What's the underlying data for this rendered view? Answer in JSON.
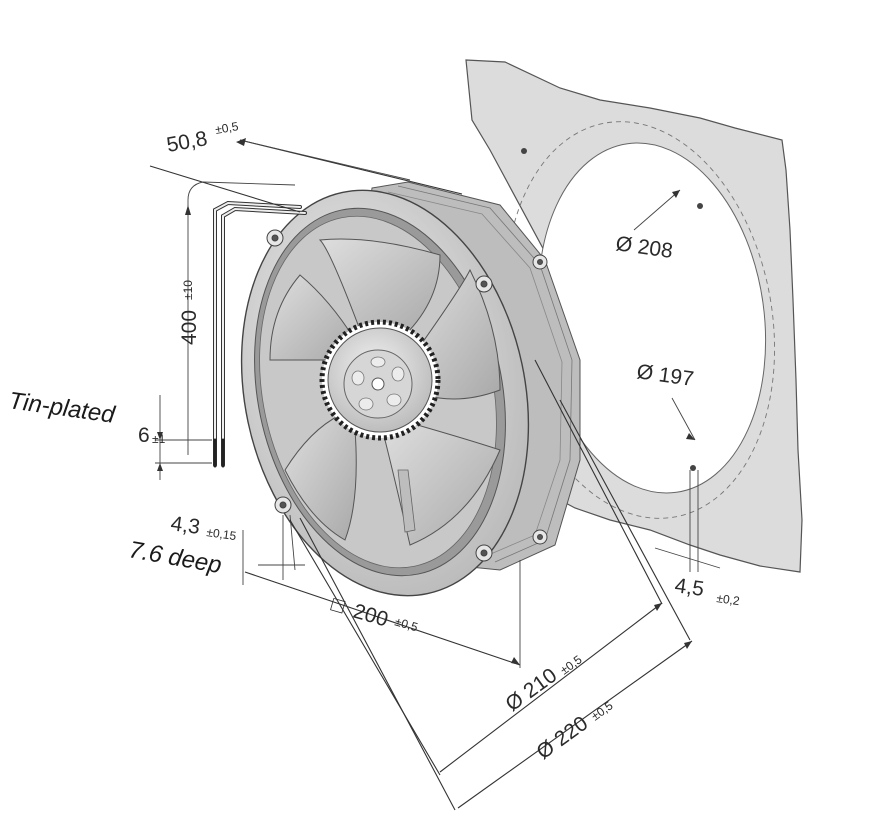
{
  "diagram": {
    "notes": {
      "tin_plated": "Tin-plated",
      "deep": "7.6 deep"
    },
    "dimensions": {
      "depth": {
        "value": "50,8",
        "tolerance": "±0,5"
      },
      "lead_length": {
        "value": "400",
        "tolerance": "±10"
      },
      "strip_length": {
        "value": "6",
        "tolerance": "±1"
      },
      "hole_diameter": {
        "value": "4,3",
        "tolerance": "±0,15"
      },
      "square": {
        "symbol": "□",
        "value": "200",
        "tolerance": "±0,5"
      },
      "diam_210": {
        "value": "Ø 210",
        "tolerance": "±0,5"
      },
      "diam_220": {
        "value": "Ø 220",
        "tolerance": "±0,5"
      },
      "diam_208": {
        "value": "Ø 208"
      },
      "diam_197": {
        "value": "Ø 197"
      },
      "panel_hole": {
        "value": "4,5",
        "tolerance": "±0,2"
      }
    },
    "colors": {
      "panel": "#dcdcdc",
      "fan_light": "#e9e9e9",
      "fan_mid": "#c4c4c4",
      "fan_dark": "#8e8e8e"
    }
  }
}
